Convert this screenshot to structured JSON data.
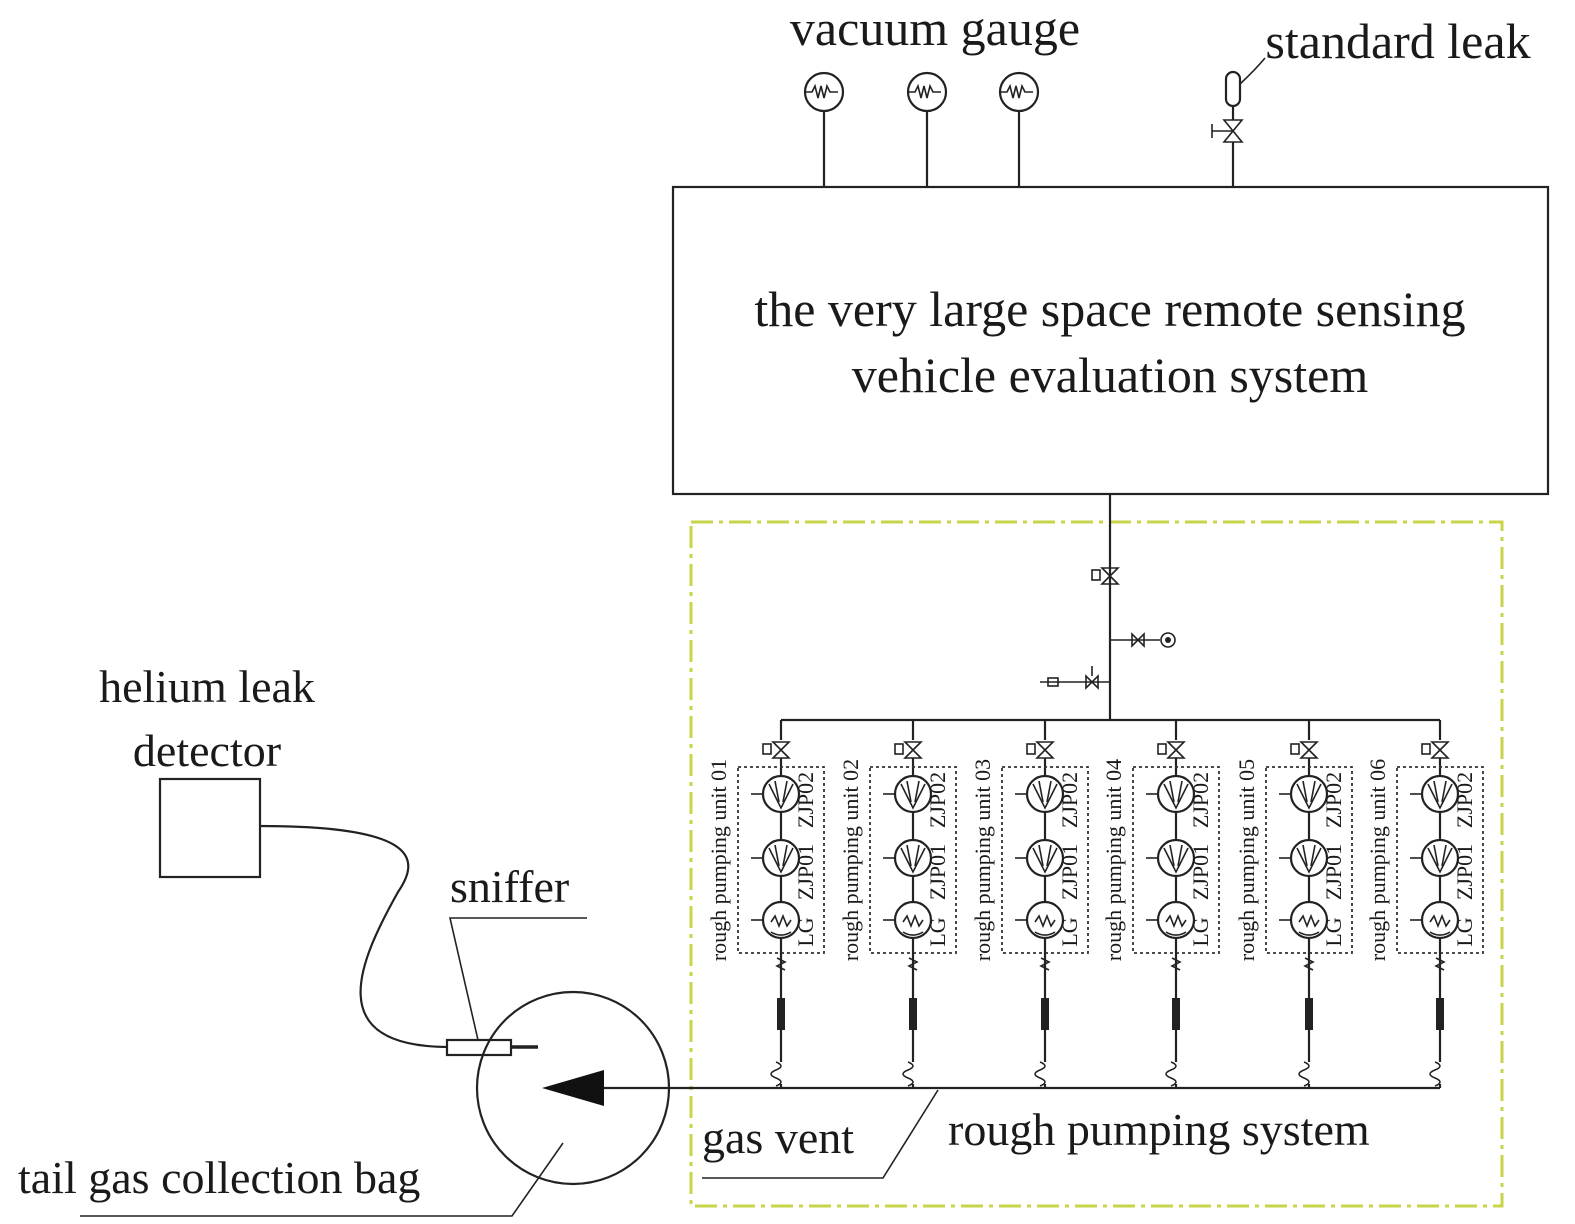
{
  "labels": {
    "vacuum_gauge": "vacuum gauge",
    "standard_leak": "standard leak",
    "system_line1": "the very large space remote sensing",
    "system_line2": "vehicle evaluation system",
    "helium_line1": "helium leak",
    "helium_line2": "detector",
    "sniffer": "sniffer",
    "gas_vent": "gas vent",
    "rough_pumping_system": "rough pumping system",
    "tail_gas_bag": "tail gas collection bag"
  },
  "units": [
    {
      "name": "rough pumping unit 01",
      "pump_top": "ZJP02",
      "pump_mid": "ZJP01",
      "pump_bottom": "LG"
    },
    {
      "name": "rough pumping unit 02",
      "pump_top": "ZJP02",
      "pump_mid": "ZJP01",
      "pump_bottom": "LG"
    },
    {
      "name": "rough pumping unit 03",
      "pump_top": "ZJP02",
      "pump_mid": "ZJP01",
      "pump_bottom": "LG"
    },
    {
      "name": "rough pumping unit 04",
      "pump_top": "ZJP02",
      "pump_mid": "ZJP01",
      "pump_bottom": "LG"
    },
    {
      "name": "rough pumping unit 05",
      "pump_top": "ZJP02",
      "pump_mid": "ZJP01",
      "pump_bottom": "LG"
    },
    {
      "name": "rough pumping unit 06",
      "pump_top": "ZJP02",
      "pump_mid": "ZJP01",
      "pump_bottom": "LG"
    }
  ],
  "colors": {
    "line": "#222222",
    "system_boundary": "#c8d44a"
  }
}
